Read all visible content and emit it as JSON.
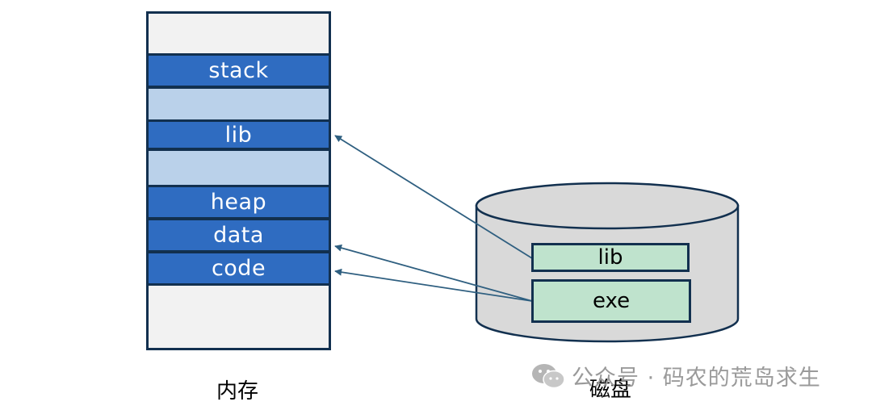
{
  "memory": {
    "segments": [
      {
        "label": ""
      },
      {
        "label": "stack"
      },
      {
        "label": ""
      },
      {
        "label": "lib"
      },
      {
        "label": ""
      },
      {
        "label": "heap"
      },
      {
        "label": "data"
      },
      {
        "label": "code"
      }
    ],
    "caption": "内存"
  },
  "disk": {
    "items": [
      {
        "label": "lib"
      },
      {
        "label": "exe"
      }
    ],
    "caption": "磁盘"
  },
  "watermark": {
    "text": "公众号 · 码农的荒岛求生",
    "icon": "wechat-icon"
  },
  "colors": {
    "outline": "#12304f",
    "segment_dark": "#2f6cc1",
    "segment_light": "#bad1ea",
    "disk_fill": "#d9d9d9",
    "disk_item_fill": "#bfe3cd",
    "arrow": "#2f5f80"
  }
}
